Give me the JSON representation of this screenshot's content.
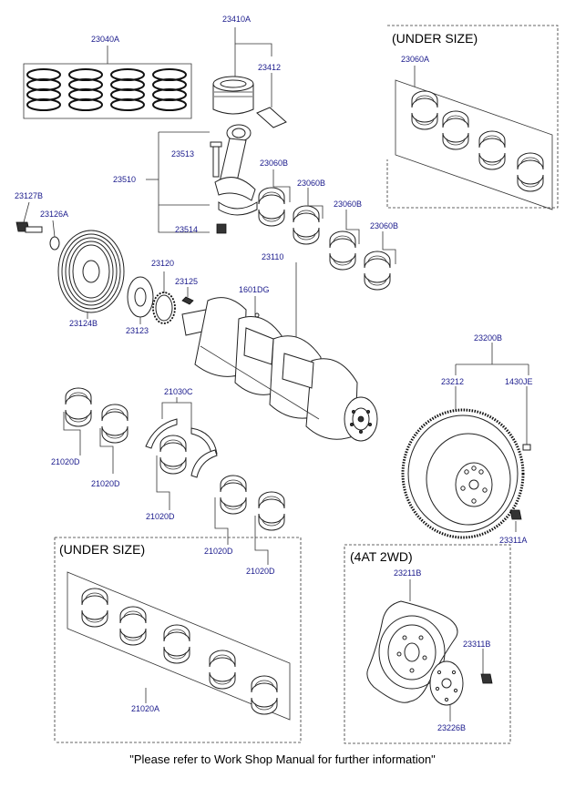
{
  "colors": {
    "label": "#1a1a8c",
    "line": "#333333"
  },
  "boxes": {
    "undersize_top": "(UNDER SIZE)",
    "undersize_bottom": "(UNDER SIZE)",
    "at2wd": "(4AT 2WD)"
  },
  "labels": {
    "p23410A": "23410A",
    "p23040A": "23040A",
    "p23412": "23412",
    "p23060A": "23060A",
    "p23513": "23513",
    "p23510": "23510",
    "p23514": "23514",
    "p23060B_1": "23060B",
    "p23060B_2": "23060B",
    "p23060B_3": "23060B",
    "p23060B_4": "23060B",
    "p23127B": "23127B",
    "p23126A": "23126A",
    "p23124B": "23124B",
    "p23120": "23120",
    "p23125": "23125",
    "p23110": "23110",
    "p1601DG": "1601DG",
    "p23123": "23123",
    "p23200B": "23200B",
    "p23212": "23212",
    "p1430JE": "1430JE",
    "p21030C": "21030C",
    "p21020D_1": "21020D",
    "p21020D_2": "21020D",
    "p21020D_3": "21020D",
    "p21020D_4": "21020D",
    "p21020D_5": "21020D",
    "p23311A": "23311A",
    "p21020A": "21020A",
    "p23211B": "23211B",
    "p23311B": "23311B",
    "p23226B": "23226B"
  },
  "footer": "\"Please refer to Work Shop Manual for further information\""
}
